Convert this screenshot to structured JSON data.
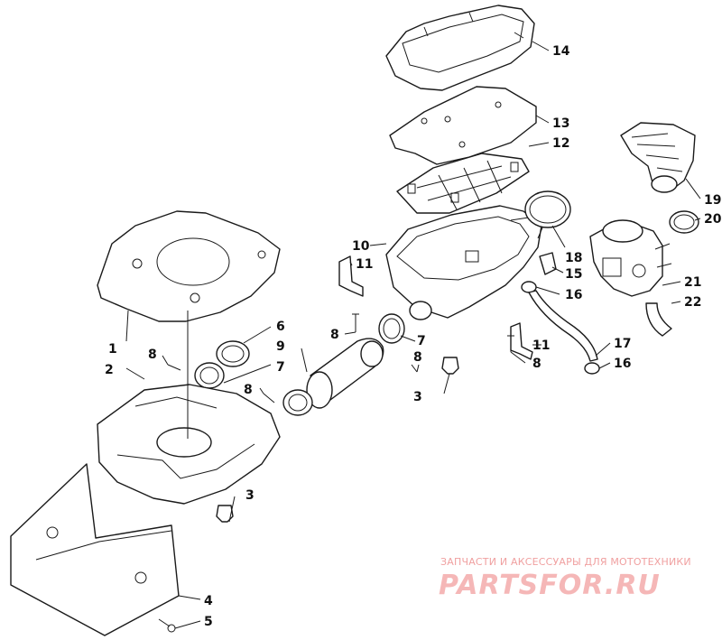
{
  "callouts": [
    {
      "id": "c14",
      "text": "14"
    },
    {
      "id": "c13",
      "text": "13"
    },
    {
      "id": "c12",
      "text": "12"
    },
    {
      "id": "c19",
      "text": "19"
    },
    {
      "id": "c20",
      "text": "20"
    },
    {
      "id": "c10",
      "text": "10"
    },
    {
      "id": "c11a",
      "text": "11"
    },
    {
      "id": "c18",
      "text": "18"
    },
    {
      "id": "c15",
      "text": "15"
    },
    {
      "id": "c16a",
      "text": "16"
    },
    {
      "id": "c21",
      "text": "21"
    },
    {
      "id": "c22",
      "text": "22"
    },
    {
      "id": "c6",
      "text": "6"
    },
    {
      "id": "c9",
      "text": "9"
    },
    {
      "id": "c7a",
      "text": "7"
    },
    {
      "id": "c7b",
      "text": "7"
    },
    {
      "id": "c8a",
      "text": "8"
    },
    {
      "id": "c8b",
      "text": "8"
    },
    {
      "id": "c8c",
      "text": "8"
    },
    {
      "id": "c8d",
      "text": "8"
    },
    {
      "id": "c8e",
      "text": "8"
    },
    {
      "id": "c11b",
      "text": "11"
    },
    {
      "id": "c17",
      "text": "17"
    },
    {
      "id": "c16b",
      "text": "16"
    },
    {
      "id": "c1",
      "text": "1"
    },
    {
      "id": "c2",
      "text": "2"
    },
    {
      "id": "c3a",
      "text": "3"
    },
    {
      "id": "c3b",
      "text": "3"
    },
    {
      "id": "c4",
      "text": "4"
    },
    {
      "id": "c5",
      "text": "5"
    }
  ],
  "watermark": {
    "tagline": "ЗАПЧАСТИ И АКСЕССУАРЫ ДЛЯ МОТОТЕХНИКИ",
    "logo": "PARTSFOR.RU"
  },
  "colors": {
    "line": "#1a1a1a",
    "watermark": "#f0a0a0"
  }
}
